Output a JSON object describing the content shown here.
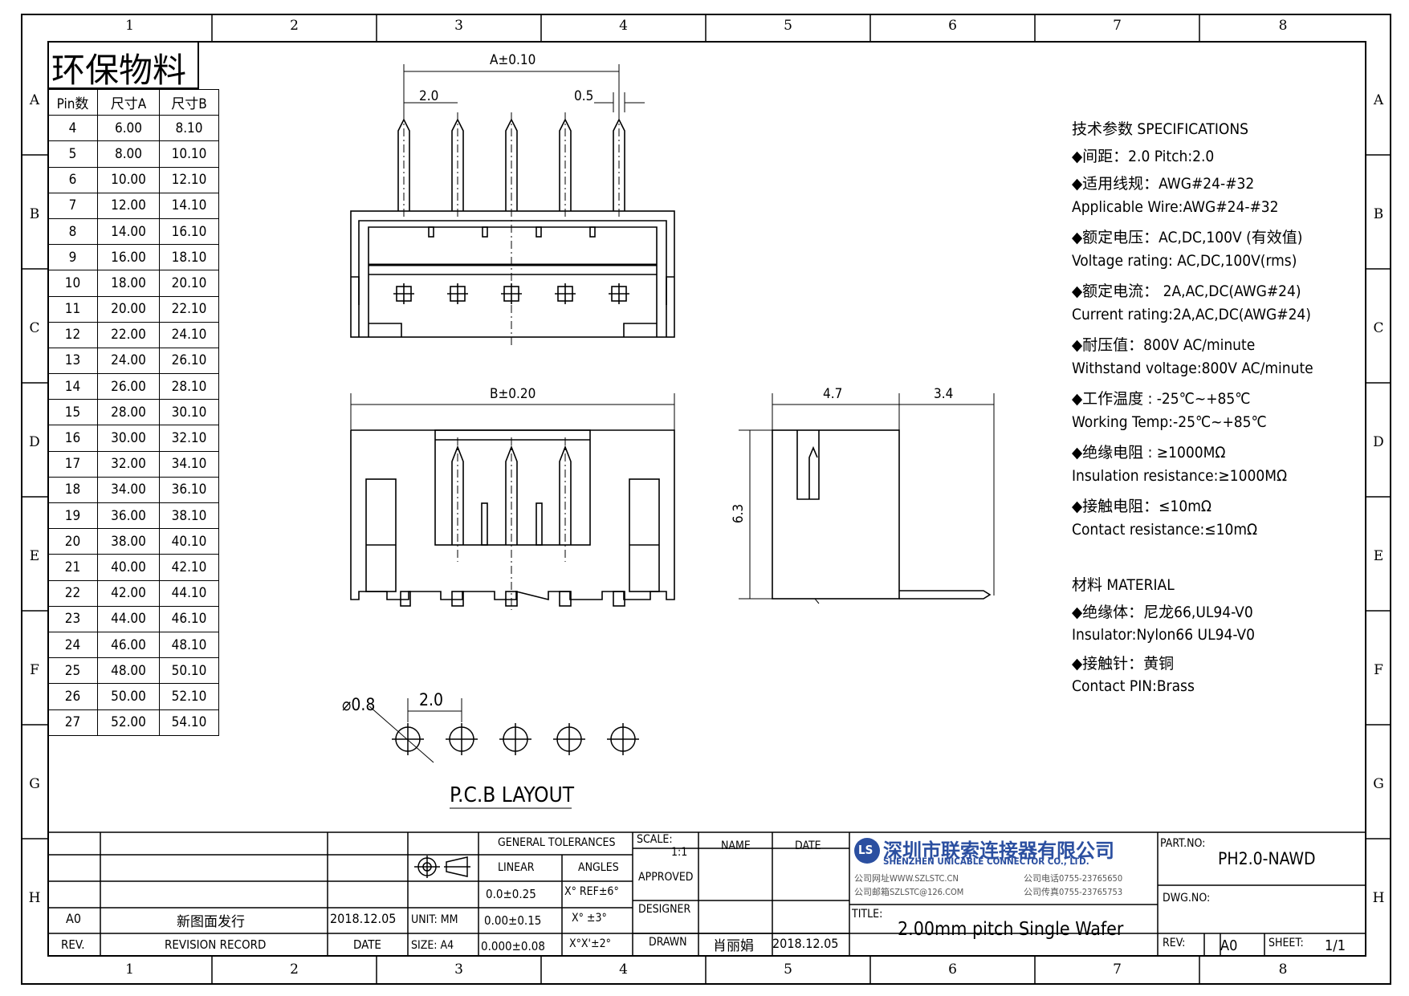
{
  "frame": {
    "col_labels": [
      "1",
      "2",
      "3",
      "4",
      "5",
      "6",
      "7",
      "8"
    ],
    "row_labels": [
      "A",
      "B",
      "C",
      "D",
      "E",
      "F",
      "G",
      "H"
    ]
  },
  "eco_label": "环保物料",
  "pin_table": {
    "headers": [
      "Pin数",
      "尺寸A",
      "尺寸B"
    ],
    "rows": [
      [
        "4",
        "6.00",
        "8.10"
      ],
      [
        "5",
        "8.00",
        "10.10"
      ],
      [
        "6",
        "10.00",
        "12.10"
      ],
      [
        "7",
        "12.00",
        "14.10"
      ],
      [
        "8",
        "14.00",
        "16.10"
      ],
      [
        "9",
        "16.00",
        "18.10"
      ],
      [
        "10",
        "18.00",
        "20.10"
      ],
      [
        "11",
        "20.00",
        "22.10"
      ],
      [
        "12",
        "22.00",
        "24.10"
      ],
      [
        "13",
        "24.00",
        "26.10"
      ],
      [
        "14",
        "26.00",
        "28.10"
      ],
      [
        "15",
        "28.00",
        "30.10"
      ],
      [
        "16",
        "30.00",
        "32.10"
      ],
      [
        "17",
        "32.00",
        "34.10"
      ],
      [
        "18",
        "34.00",
        "36.10"
      ],
      [
        "19",
        "36.00",
        "38.10"
      ],
      [
        "20",
        "38.00",
        "40.10"
      ],
      [
        "21",
        "40.00",
        "42.10"
      ],
      [
        "22",
        "42.00",
        "44.10"
      ],
      [
        "23",
        "44.00",
        "46.10"
      ],
      [
        "24",
        "46.00",
        "48.10"
      ],
      [
        "25",
        "48.00",
        "50.10"
      ],
      [
        "26",
        "50.00",
        "52.10"
      ],
      [
        "27",
        "52.00",
        "54.10"
      ]
    ]
  },
  "dims": {
    "a": "A±0.10",
    "pitch_top": "2.0",
    "pin_w": "0.5",
    "b": "B±0.20",
    "side_w1": "4.7",
    "side_w2": "3.4",
    "height": "6.3",
    "hole": "⌀0.8",
    "pcb_pitch": "2.0"
  },
  "pcb_layout_label": "P.C.B LAYOUT",
  "specs": {
    "heading": "技术参数  SPECIFICATIONS",
    "items": [
      "◆间距：2.0      Pitch:2.0",
      "◆适用线规：AWG#24-#32",
      " Applicable Wire:AWG#24-#32",
      "◆额定电压：AC,DC,100V (有效值)",
      " Voltage rating: AC,DC,100V(rms)",
      "◆额定电流： 2A,AC,DC(AWG#24)",
      " Current rating:2A,AC,DC(AWG#24)",
      "◆耐压值：800V AC/minute",
      "  Withstand voltage:800V AC/minute",
      "◆工作温度 : -25℃~+85℃",
      " Working Temp:-25℃~+85℃",
      "◆绝缘电阻 : ≥1000MΩ",
      " Insulation resistance:≥1000MΩ",
      "◆接触电阻：≤10mΩ",
      " Contact resistance:≤10mΩ"
    ],
    "material_heading": "材料  MATERIAL",
    "material_items": [
      "◆绝缘体：尼龙66,UL94-V0",
      "  Insulator:Nylon66 UL94-V0",
      "◆接触针：黄铜",
      " Contact PIN:Brass"
    ]
  },
  "title_block": {
    "general_tolerances": "GENERAL TOLERANCES",
    "linear": "LINEAR",
    "angles": "ANGLES",
    "tol1": "0.0±0.25",
    "ang1": "X° REF±6°",
    "tol2": "0.00±0.15",
    "ang2": "X° ±3°",
    "tol3": "0.000±0.08",
    "ang3": "X°X'±2°",
    "unit": "UNIT: MM",
    "size": "SIZE: A4",
    "scale_label": "SCALE:",
    "scale_value": "1:1",
    "name": "NAME",
    "date": "DATE",
    "approved": "APPROVED",
    "designer": "DESIGNER",
    "drawn": "DRAWN",
    "drawn_name": "肖丽娟",
    "drawn_date": "2018.12.05",
    "rev_row": [
      "A0",
      "新图面发行",
      "2018.12.05"
    ],
    "rev_head": [
      "REV.",
      "REVISION RECORD",
      "DATE"
    ],
    "company_cn": "深圳市联索连接器有限公司",
    "company_en": "SHENZHEN UNICABLE CONNECTOR CO., LTD.",
    "web": "公司网址WWW.SZLSTC.CN",
    "email": "公司邮箱SZLSTC@126.COM",
    "tel": "公司电话0755-23765650",
    "fax": "公司传真0755-23765753",
    "title_label": "TITLE:",
    "title": "2.00mm pitch Single Wafer",
    "part_no_label": "PART.NO:",
    "part_no": "PH2.0-NAWD",
    "dwg_no_label": "DWG.NO:",
    "rev_label": "REV:",
    "rev": "A0",
    "sheet_label": "SHEET:",
    "sheet": "1/1",
    "logo_text": "LS"
  }
}
